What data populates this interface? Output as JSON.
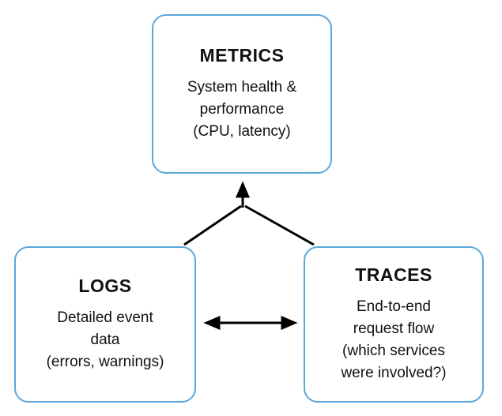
{
  "diagram": {
    "nodes": {
      "metrics": {
        "title": "METRICS",
        "description_lines": [
          "System health &",
          "performance",
          "(CPU, latency)"
        ]
      },
      "logs": {
        "title": "LOGS",
        "description_lines": [
          "Detailed event",
          "data",
          "(errors, warnings)"
        ]
      },
      "traces": {
        "title": "TRACES",
        "description_lines": [
          "End-to-end",
          "request flow",
          "(which services",
          "were involved?)"
        ]
      }
    },
    "connections": [
      {
        "from": "logs",
        "to": "metrics",
        "style": "line"
      },
      {
        "from": "traces",
        "to": "metrics",
        "style": "line"
      },
      {
        "from": "logs-traces-junction",
        "to": "metrics",
        "style": "arrow-up"
      },
      {
        "from": "logs",
        "to": "traces",
        "style": "double-headed-arrow"
      }
    ],
    "colors": {
      "box_border": "#5aa7dc",
      "arrow": "#000000",
      "text": "#111111",
      "background": "#ffffff"
    }
  }
}
